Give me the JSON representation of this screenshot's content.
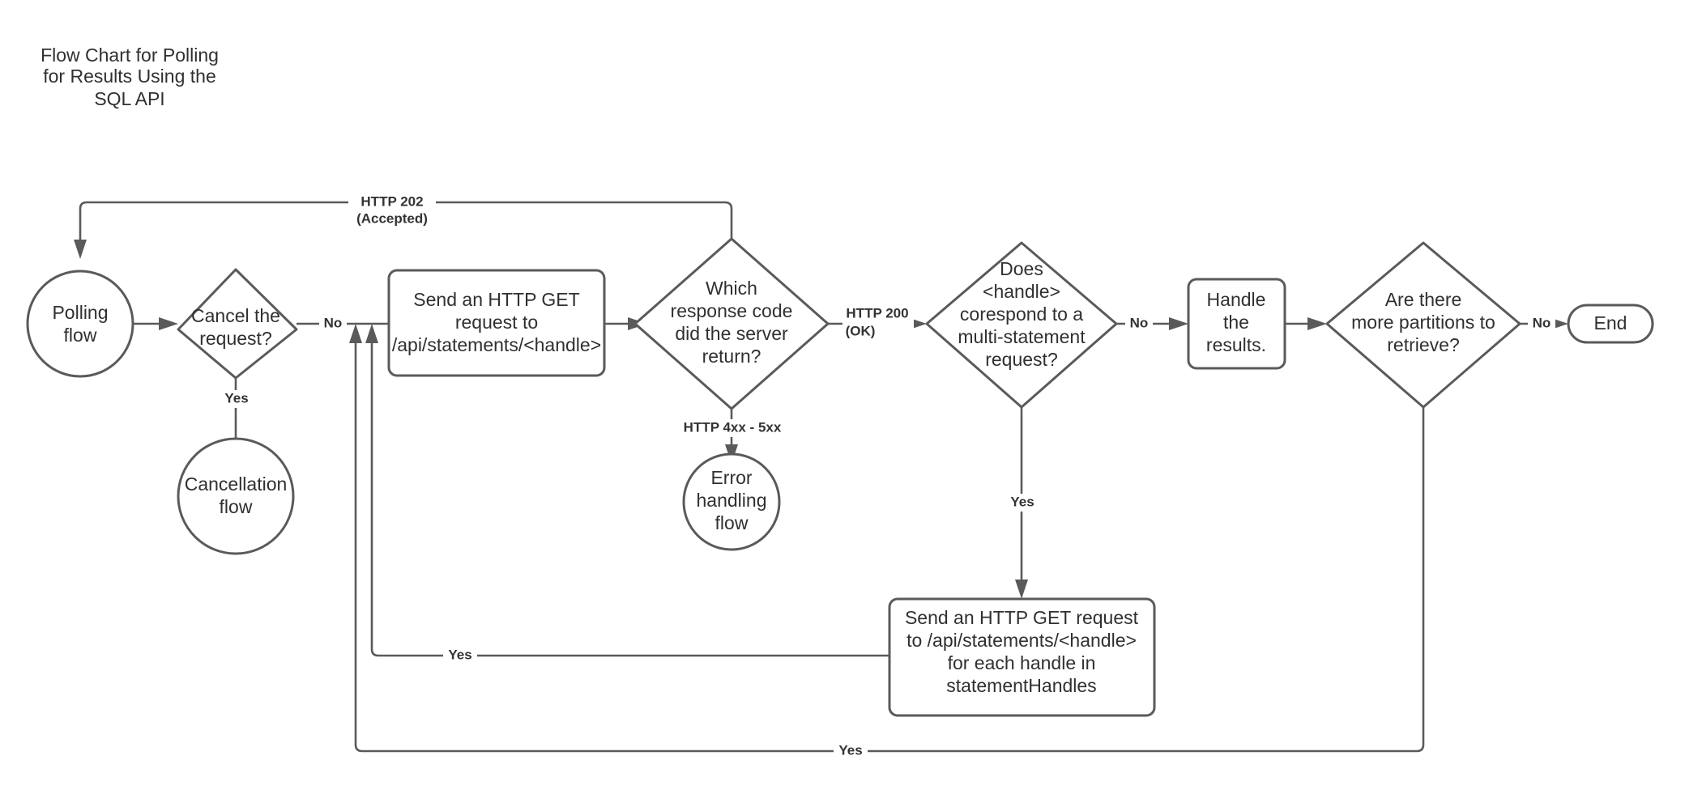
{
  "title": {
    "lines": [
      "Flow Chart for Polling",
      "for Results Using the",
      "SQL API"
    ]
  },
  "colors": {
    "stroke": "#5a5a5a",
    "text": "#303030",
    "label": "#333333",
    "background": "#ffffff"
  },
  "chart_data": {
    "type": "diagram",
    "title": "Flow Chart for Polling for Results Using the SQL API",
    "nodes": [
      {
        "id": "polling-flow",
        "shape": "circle",
        "lines": [
          "Polling",
          "flow"
        ]
      },
      {
        "id": "cancel-request",
        "shape": "diamond",
        "lines": [
          "Cancel the",
          "request?"
        ]
      },
      {
        "id": "cancellation-flow",
        "shape": "circle",
        "lines": [
          "Cancellation",
          "flow"
        ]
      },
      {
        "id": "send-get-request",
        "shape": "rounded-rect",
        "lines": [
          "Send an HTTP GET",
          "request to",
          "/api/statements/<handle>"
        ]
      },
      {
        "id": "which-response-code",
        "shape": "diamond",
        "lines": [
          "Which",
          "response code",
          "did the server",
          "return?"
        ]
      },
      {
        "id": "error-handling-flow",
        "shape": "circle",
        "lines": [
          "Error",
          "handling",
          "flow"
        ]
      },
      {
        "id": "multi-statement-check",
        "shape": "diamond",
        "lines": [
          "Does",
          "<handle>",
          "corespond to a",
          "multi-statement",
          "request?"
        ]
      },
      {
        "id": "handle-results",
        "shape": "rounded-rect",
        "lines": [
          "Handle",
          "the",
          "results."
        ]
      },
      {
        "id": "more-partitions",
        "shape": "diamond",
        "lines": [
          "Are there",
          "more partitions to",
          "retrieve?"
        ]
      },
      {
        "id": "end",
        "shape": "stadium",
        "lines": [
          "End"
        ]
      },
      {
        "id": "send-get-each-handle",
        "shape": "rounded-rect",
        "lines": [
          "Send an HTTP GET request",
          "to /api/statements/<handle>",
          "for each handle in",
          "statementHandles"
        ]
      }
    ],
    "edges": [
      {
        "from": "which-response-code",
        "to": "polling-flow",
        "label": "HTTP 202\n(Accepted)",
        "label_lines": [
          "HTTP 202",
          "(Accepted)"
        ]
      },
      {
        "from": "polling-flow",
        "to": "cancel-request",
        "label": ""
      },
      {
        "from": "cancel-request",
        "to": "cancellation-flow",
        "label": "Yes"
      },
      {
        "from": "cancel-request",
        "to": "send-get-request",
        "label": "No"
      },
      {
        "from": "send-get-request",
        "to": "which-response-code",
        "label": ""
      },
      {
        "from": "which-response-code",
        "to": "error-handling-flow",
        "label": "HTTP 4xx - 5xx"
      },
      {
        "from": "which-response-code",
        "to": "multi-statement-check",
        "label_lines": [
          "HTTP 200",
          "(OK)"
        ]
      },
      {
        "from": "multi-statement-check",
        "to": "handle-results",
        "label": "No"
      },
      {
        "from": "multi-statement-check",
        "to": "send-get-each-handle",
        "label": "Yes"
      },
      {
        "from": "handle-results",
        "to": "more-partitions",
        "label": ""
      },
      {
        "from": "more-partitions",
        "to": "end",
        "label": "No"
      },
      {
        "from": "send-get-each-handle",
        "to": "send-get-request",
        "label": "Yes"
      },
      {
        "from": "more-partitions",
        "to": "send-get-request",
        "label": "Yes"
      }
    ]
  },
  "labels": {
    "http202_line1": "HTTP 202",
    "http202_line2": "(Accepted)",
    "http200_line1": "HTTP 200",
    "http200_line2": "(OK)",
    "http4xx": "HTTP 4xx - 5xx",
    "no_cancel": "No",
    "yes_cancel": "Yes",
    "no_multi": "No",
    "yes_multi": "Yes",
    "no_partitions": "No",
    "yes_handles_return": "Yes",
    "yes_partitions_return": "Yes"
  },
  "nodes": {
    "polling_flow": {
      "l1": "Polling",
      "l2": "flow"
    },
    "cancel_request": {
      "l1": "Cancel the",
      "l2": "request?"
    },
    "cancellation_flow": {
      "l1": "Cancellation",
      "l2": "flow"
    },
    "send_get": {
      "l1": "Send an HTTP GET",
      "l2": "request to",
      "l3": "/api/statements/<handle>"
    },
    "which_response": {
      "l1": "Which",
      "l2": "response code",
      "l3": "did the server",
      "l4": "return?"
    },
    "error_flow": {
      "l1": "Error",
      "l2": "handling",
      "l3": "flow"
    },
    "multi_stmt": {
      "l1": "Does",
      "l2": "<handle>",
      "l3": "corespond to a",
      "l4": "multi-statement",
      "l5": "request?"
    },
    "handle_results": {
      "l1": "Handle",
      "l2": "the",
      "l3": "results."
    },
    "more_partitions": {
      "l1": "Are there",
      "l2": "more partitions to",
      "l3": "retrieve?"
    },
    "end_node": {
      "l1": "End"
    },
    "send_get_each": {
      "l1": "Send an HTTP GET request",
      "l2": "to /api/statements/<handle>",
      "l3": "for each handle in",
      "l4": "statementHandles"
    }
  }
}
